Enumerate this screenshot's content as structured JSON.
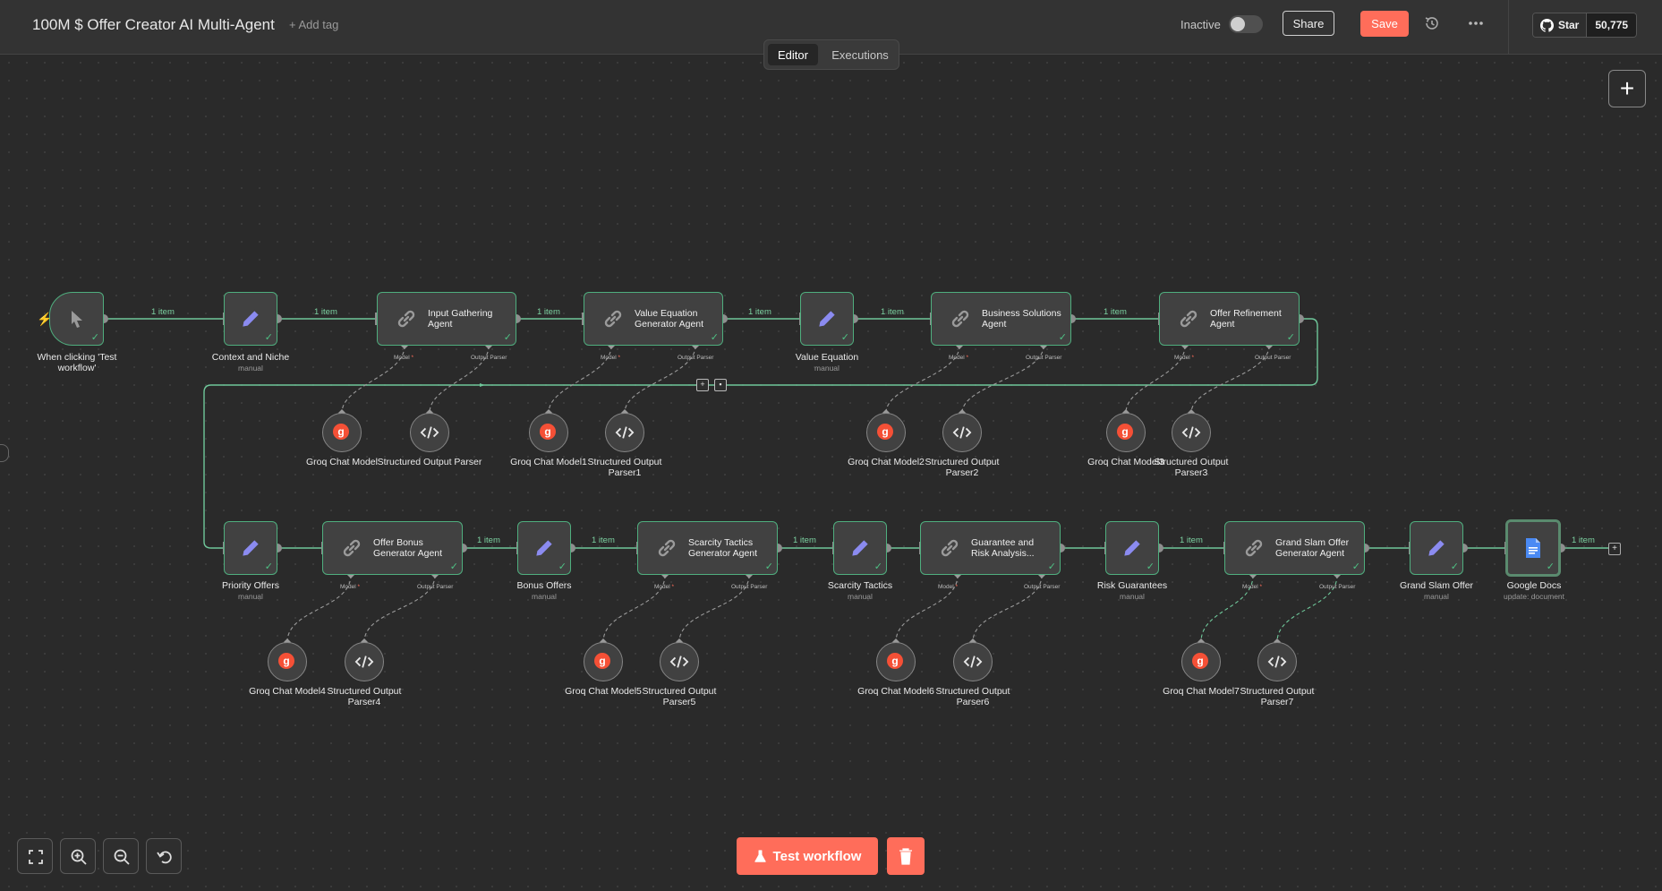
{
  "header": {
    "workflow_title": "100M $ Offer Creator AI Multi-Agent",
    "add_tag": "+ Add tag",
    "status_label": "Inactive",
    "share_label": "Share",
    "save_label": "Save",
    "github_star": "Star",
    "github_count": "50,775"
  },
  "tabs": [
    {
      "label": "Editor",
      "active": true
    },
    {
      "label": "Executions",
      "active": false
    }
  ],
  "connection_label": "1 item",
  "port_labels": {
    "model": "Model",
    "parser": "Output Parser",
    "required": "*"
  },
  "nodes": {
    "trigger": {
      "name": "When clicking 'Test workflow'"
    },
    "context": {
      "name": "Context and Niche",
      "sub": "manual"
    },
    "input_agent": {
      "name": "Input Gathering Agent"
    },
    "value_agent": {
      "name": "Value Equation Generator Agent"
    },
    "value_eq": {
      "name": "Value Equation",
      "sub": "manual"
    },
    "business_agent": {
      "name": "Business Solutions Agent"
    },
    "refine_agent": {
      "name": "Offer Refinement Agent"
    },
    "priority": {
      "name": "Priority Offers",
      "sub": "manual"
    },
    "bonus_agent": {
      "name": "Offer Bonus Generator Agent"
    },
    "bonus_offers": {
      "name": "Bonus Offers",
      "sub": "manual"
    },
    "scarcity_agent": {
      "name": "Scarcity Tactics Generator Agent"
    },
    "scarcity": {
      "name": "Scarcity Tactics",
      "sub": "manual"
    },
    "guarantee_agent": {
      "name": "Guarantee and Risk Analysis..."
    },
    "risk": {
      "name": "Risk Guarantees",
      "sub": "manual"
    },
    "grand_agent": {
      "name": "Grand Slam Offer Generator Agent"
    },
    "grand": {
      "name": "Grand Slam Offer",
      "sub": "manual"
    },
    "gdocs": {
      "name": "Google Docs",
      "sub": "update: document"
    }
  },
  "subnodes": {
    "groq0": "Groq Chat Model",
    "parser0": "Structured Output Parser",
    "groq1": "Groq Chat Model1",
    "parser1": "Structured Output Parser1",
    "groq2": "Groq Chat Model2",
    "parser2": "Structured Output Parser2",
    "groq3": "Groq Chat Model3",
    "parser3": "Structured Output Parser3",
    "groq4": "Groq Chat Model4",
    "parser4": "Structured Output Parser4",
    "groq5": "Groq Chat Model5",
    "parser5": "Structured Output Parser5",
    "groq6": "Groq Chat Model6",
    "parser6": "Structured Output Parser6",
    "groq7": "Groq Chat Model7",
    "parser7": "Structured Output Parser7"
  },
  "footer": {
    "test_label": "Test workflow"
  },
  "colors": {
    "accent": "#ff6d5a",
    "success": "#4fae7e",
    "groq": "#f55036",
    "edit_icon": "#8b8bf0",
    "docs": "#4a8af4"
  }
}
